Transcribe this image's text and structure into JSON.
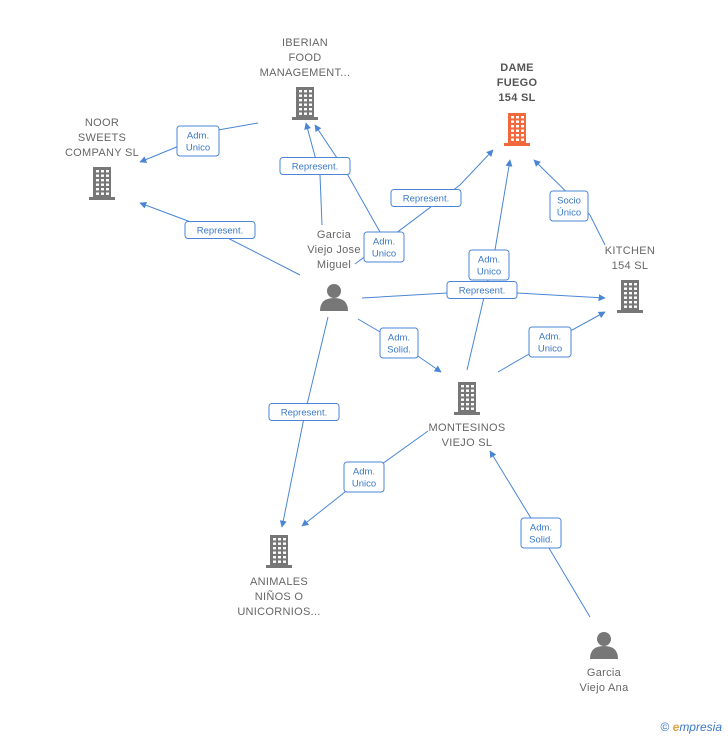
{
  "colors": {
    "building": "#777777",
    "focus_building": "#f0683c",
    "person": "#777777",
    "edge": "#4a86d4"
  },
  "nodes": [
    {
      "id": "iberian",
      "type": "company",
      "icon": "building-icon",
      "lines": [
        "IBERIAN",
        "FOOD",
        "MANAGEMENT..."
      ]
    },
    {
      "id": "dame",
      "type": "company",
      "focus": true,
      "icon": "building-icon",
      "lines": [
        "DAME",
        "FUEGO",
        "154  SL"
      ]
    },
    {
      "id": "noor",
      "type": "company",
      "icon": "building-icon",
      "lines": [
        "NOOR",
        "SWEETS",
        "COMPANY  SL"
      ]
    },
    {
      "id": "kitchen",
      "type": "company",
      "icon": "building-icon",
      "lines": [
        "KITCHEN",
        "154  SL"
      ]
    },
    {
      "id": "garcia_jm",
      "type": "person",
      "icon": "person-icon",
      "lines": [
        "Garcia",
        "Viejo Jose",
        "Miguel"
      ]
    },
    {
      "id": "montesinos",
      "type": "company",
      "icon": "building-icon",
      "lines": [
        "MONTESINOS",
        "VIEJO  SL"
      ]
    },
    {
      "id": "animales",
      "type": "company",
      "icon": "building-icon",
      "lines": [
        "ANIMALES",
        "NIÑOS O",
        "UNICORNIOS..."
      ]
    },
    {
      "id": "garcia_ana",
      "type": "person",
      "icon": "person-icon",
      "lines": [
        "Garcia",
        "Viejo Ana"
      ]
    }
  ],
  "edges": [
    {
      "id": "e1",
      "lines": [
        "Adm.",
        "Unico"
      ]
    },
    {
      "id": "e2",
      "lines": [
        "Represent."
      ]
    },
    {
      "id": "e3",
      "lines": [
        "Represent."
      ]
    },
    {
      "id": "e4",
      "lines": [
        "Represent."
      ]
    },
    {
      "id": "e5",
      "lines": [
        "Adm.",
        "Unico"
      ]
    },
    {
      "id": "e6",
      "lines": [
        "Socio",
        "Único"
      ]
    },
    {
      "id": "e7",
      "lines": [
        "Adm.",
        "Unico"
      ]
    },
    {
      "id": "e8",
      "lines": [
        "Represent."
      ]
    },
    {
      "id": "e9",
      "lines": [
        "Adm.",
        "Solid."
      ]
    },
    {
      "id": "e10",
      "lines": [
        "Adm.",
        "Unico"
      ]
    },
    {
      "id": "e11",
      "lines": [
        "Represent."
      ]
    },
    {
      "id": "e12",
      "lines": [
        "Adm.",
        "Unico"
      ]
    },
    {
      "id": "e13",
      "lines": [
        "Adm.",
        "Solid."
      ]
    }
  ],
  "brand": {
    "copyright": "©",
    "e": "e",
    "rest": "mpresia"
  }
}
